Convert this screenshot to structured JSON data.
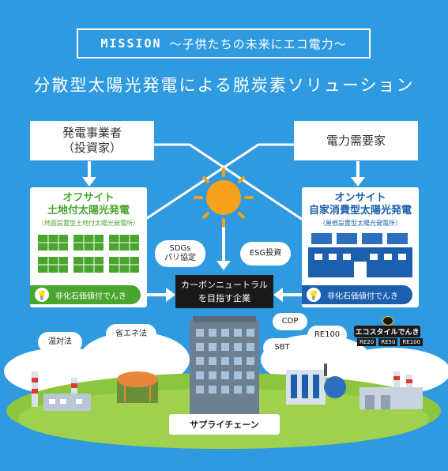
{
  "header": {
    "mission_word": "MISSION",
    "mission_text": "〜子供たちの未来にエコ電力〜",
    "title": "分散型太陽光発電による脱炭素ソリューション"
  },
  "actors": {
    "left_line1": "発電事業者",
    "left_line2": "（投資家）",
    "right": "電力需要家"
  },
  "offsite": {
    "title_line1": "オフサイト",
    "title_line2": "土地付太陽光発電",
    "subtitle": "（地面設置型土地付太陽光発電所）",
    "badge": "非化石価値付でんき"
  },
  "onsite": {
    "title_line1": "オンサイト",
    "title_line2": "自家消費型太陽光発電",
    "subtitle": "（屋根設置型太陽光発電所）",
    "badge": "非化石価値付でんき"
  },
  "clouds": {
    "sdgs_line1": "SDGs",
    "sdgs_line2": "パリ協定",
    "esg": "ESG投資",
    "cdp": "CDP",
    "re100": "RE100",
    "sbt": "SBT",
    "ondaiho": "温対法",
    "shoene": "省エネ法"
  },
  "center": {
    "line1": "カーボンニュートラル",
    "line2": "を目指す企業"
  },
  "ecostyle": {
    "logo": "エコスタイルでんき",
    "tags": [
      "RE20",
      "RE50",
      "RE100"
    ]
  },
  "footer": {
    "supply_chain": "サプライチェーン"
  },
  "colors": {
    "background": "#2f9ae0",
    "offsite_green": "#4aa52e",
    "onsite_blue": "#1c5fae",
    "sun": "#f7a21c"
  }
}
